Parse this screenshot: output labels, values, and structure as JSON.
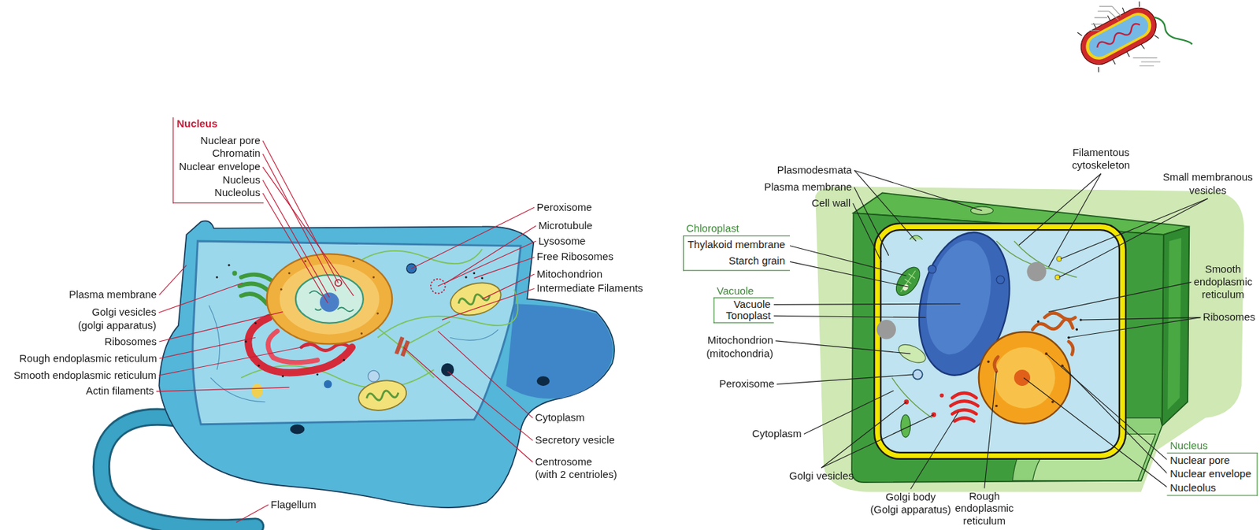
{
  "diagram": {
    "nodes": [
      {
        "text": [
          "Nucleus",
          "Nuclear pore",
          "Chromatin",
          "Nuclear envelope",
          "Nucleus",
          "Nucleolus"
        ]
      },
      {
        "text": [
          "Chloroplast",
          "Thylakoid membrane",
          "Starch grain"
        ]
      },
      {
        "text": [
          "Vacuole",
          "Vacuole",
          "Tonoplast"
        ]
      },
      {
        "text": [
          "Nucleus",
          "Nuclear pore",
          "Nuclear envelope",
          "Nucleolus"
        ]
      }
    ],
    "labels": [
      "Plasma membrane",
      "Golgi vesicles (golgi apparatus)",
      "Ribosomes",
      "Rough endoplasmic reticulum",
      "Smooth endoplasmic reticulum",
      "Actin filaments",
      "Peroxisome",
      "Microtubule",
      "Lysosome",
      "Free Ribosomes",
      "Mitochondrion",
      "Intermediate Filaments",
      "Cytoplasm",
      "Secretory vesicle",
      "Centrosome (with 2 centrioles)",
      "Flagellum",
      "Plasmodesmata",
      "Plasma membrane",
      "Cell wall",
      "Mitochondrion (mitochondria)",
      "Peroxisome",
      "Cytoplasm",
      "Golgi vesicles",
      "Golgi body (Golgi apparatus)",
      "Rough endoplasmic reticulum",
      "Filamentous cytoskeleton",
      "Small membranous vesicles",
      "Smooth endoplasmic reticulum",
      "Ribosomes"
    ]
  }
}
